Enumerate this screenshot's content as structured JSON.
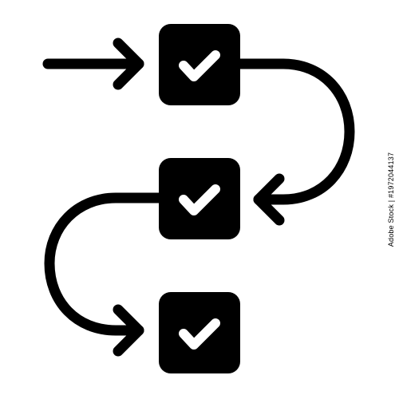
{
  "icon": {
    "name": "workflow-checklist-icon",
    "color": "#000000",
    "background": "#ffffff",
    "steps": [
      {
        "name": "step-1",
        "status": "checked"
      },
      {
        "name": "step-2",
        "status": "checked"
      },
      {
        "name": "step-3",
        "status": "checked"
      }
    ]
  },
  "watermark": {
    "id_text": "Adobe Stock | #1972044137"
  }
}
